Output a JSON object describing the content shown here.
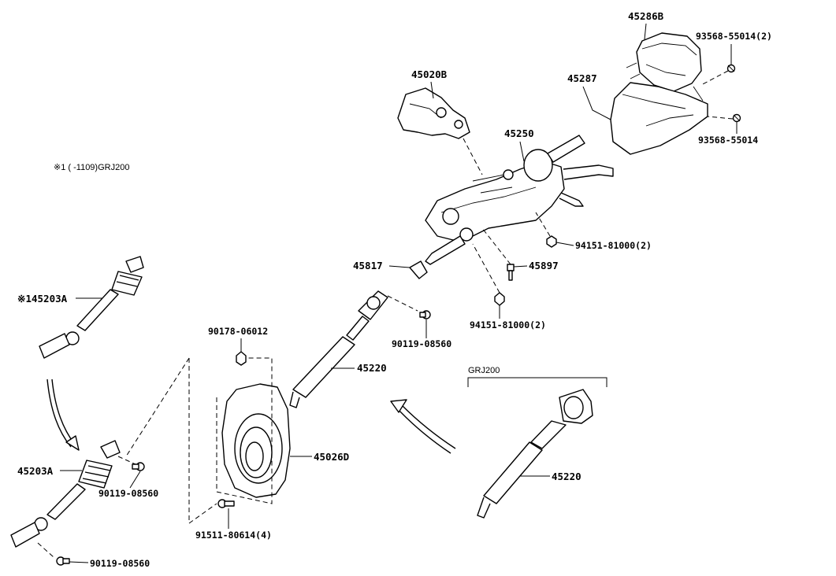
{
  "note": "※1 (      -1109)GRJ200",
  "group_label": "GRJ200",
  "labels": {
    "p45286B": "45286B",
    "p93568_55014_2": "93568-55014(2)",
    "p45287": "45287",
    "p93568_55014": "93568-55014",
    "p45020B": "45020B",
    "p45250": "45250",
    "p94151_81000_2_top": "94151-81000(2)",
    "p45817": "45817",
    "p45897": "45897",
    "p94151_81000_2_bot": "94151-81000(2)",
    "p90119_08560_mid": "90119-08560",
    "p45220_main": "45220",
    "p90178_06012": "90178-06012",
    "p45026D": "45026D",
    "p91511_80614_4": "91511-80614(4)",
    "p145203A": "※145203A",
    "p45203A": "45203A",
    "p90119_08560_left": "90119-08560",
    "p90119_08560_bot": "90119-08560",
    "p45220_grj": "45220"
  }
}
